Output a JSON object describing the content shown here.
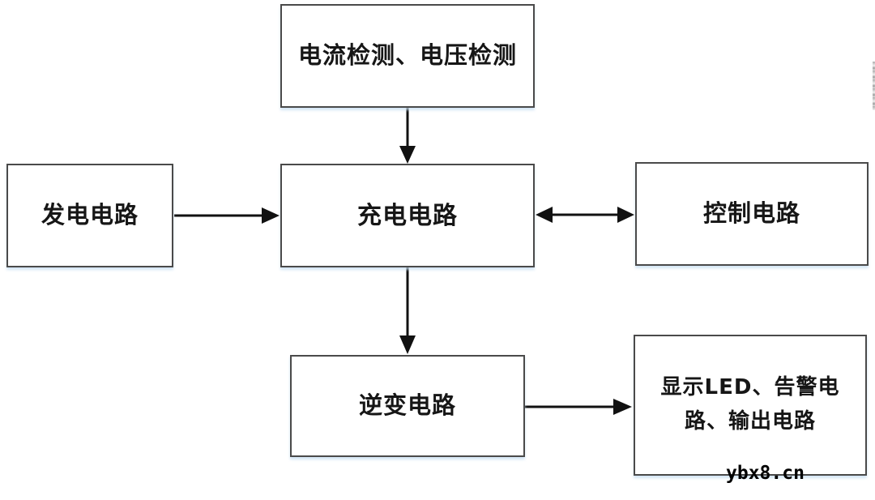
{
  "diagram": {
    "type": "block-diagram",
    "nodes": {
      "detection": {
        "label": "电流检测、电压检测"
      },
      "generation": {
        "label": "发电电路"
      },
      "charging": {
        "label": "充电电路"
      },
      "control": {
        "label": "控制电路"
      },
      "inverter": {
        "label": "逆变电路"
      },
      "output": {
        "label": "显示LED、告警电路、输出电路"
      }
    },
    "edges": [
      {
        "from": "detection",
        "to": "charging",
        "type": "arrow",
        "direction": "down"
      },
      {
        "from": "generation",
        "to": "charging",
        "type": "arrow",
        "direction": "right"
      },
      {
        "from": "charging",
        "to": "control",
        "type": "double-arrow",
        "direction": "horizontal"
      },
      {
        "from": "charging",
        "to": "inverter",
        "type": "arrow",
        "direction": "down"
      },
      {
        "from": "inverter",
        "to": "output",
        "type": "arrow",
        "direction": "right"
      }
    ]
  },
  "watermark": {
    "text": "ybx8.cn"
  },
  "colors": {
    "box_border": "#4a4a4a",
    "box_fill": "#ffffff",
    "text": "#161616",
    "arrow": "#111111",
    "background": "#ffffff"
  }
}
